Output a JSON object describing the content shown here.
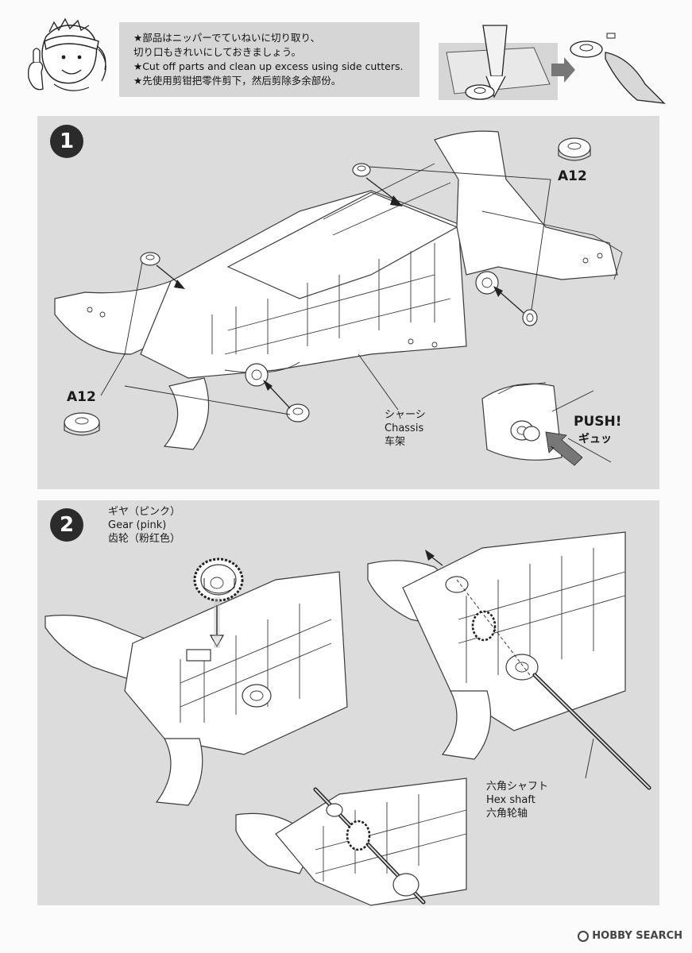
{
  "header_note": {
    "line1": "★部品はニッパーでていねいに切り取り、",
    "line2": "切り口もきれいにしておきましょう。",
    "line3": "★Cut off parts and clean up excess using side cutters.",
    "line4": "★先使用剪钳把零件剪下，然后剪除多余部份。"
  },
  "step1": {
    "number": "1",
    "part_code_top": "A12",
    "part_code_bottom": "A12",
    "chassis_jp": "シャーシ",
    "chassis_en": "Chassis",
    "chassis_cn": "车架",
    "push_en": "PUSH!",
    "push_jp": "ギュッ"
  },
  "step2": {
    "number": "2",
    "gear_jp": "ギヤ（ピンク）",
    "gear_en": "Gear (pink)",
    "gear_cn": "齿轮（粉红色）",
    "shaft_jp": "六角シャフト",
    "shaft_en": "Hex shaft",
    "shaft_cn": "六角轮轴"
  },
  "watermark": {
    "text": "HOBBY SEARCH"
  },
  "colors": {
    "panel": "#dcdcdc",
    "note_box": "#d6d6d6",
    "badge": "#2b2b2b"
  }
}
